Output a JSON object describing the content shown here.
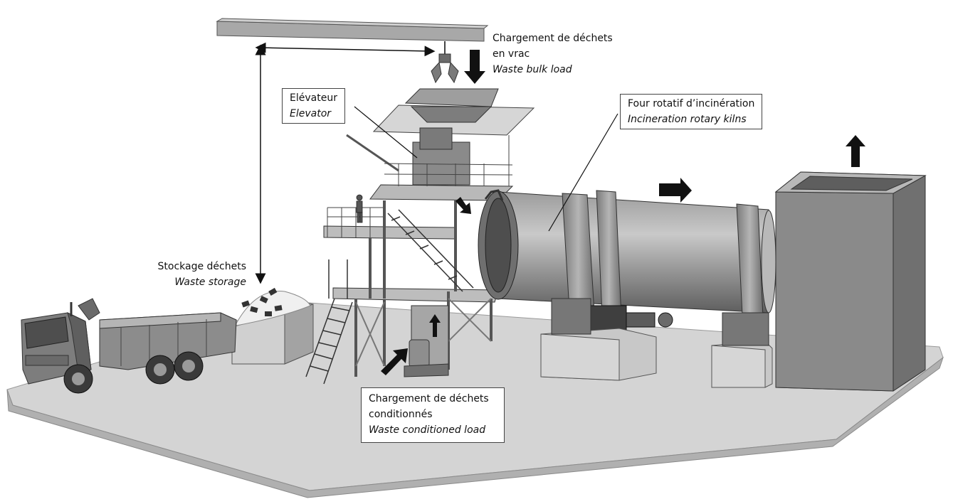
{
  "labels": {
    "storage": {
      "fr": "Stockage déchets",
      "en": "Waste storage"
    },
    "elevator": {
      "fr": "Elévateur",
      "en": "Elevator"
    },
    "bulk_load": {
      "fr_line1": "Chargement de déchets",
      "fr_line2": "en vrac",
      "en": "Waste bulk load"
    },
    "kiln": {
      "fr": "Four rotatif d’incinération",
      "en": "Incineration rotary kilns"
    },
    "conditioned_load": {
      "fr_line1": "Chargement de déchets",
      "fr_line2": "conditionnés",
      "en": "Waste conditioned load"
    }
  },
  "colors": {
    "ground": "#d3d3d3",
    "ground_edge": "#9a9a9a",
    "steel_dark": "#555555",
    "steel_mid": "#8a8a8a",
    "steel_light": "#bdbdbd",
    "arrow": "#111111"
  }
}
